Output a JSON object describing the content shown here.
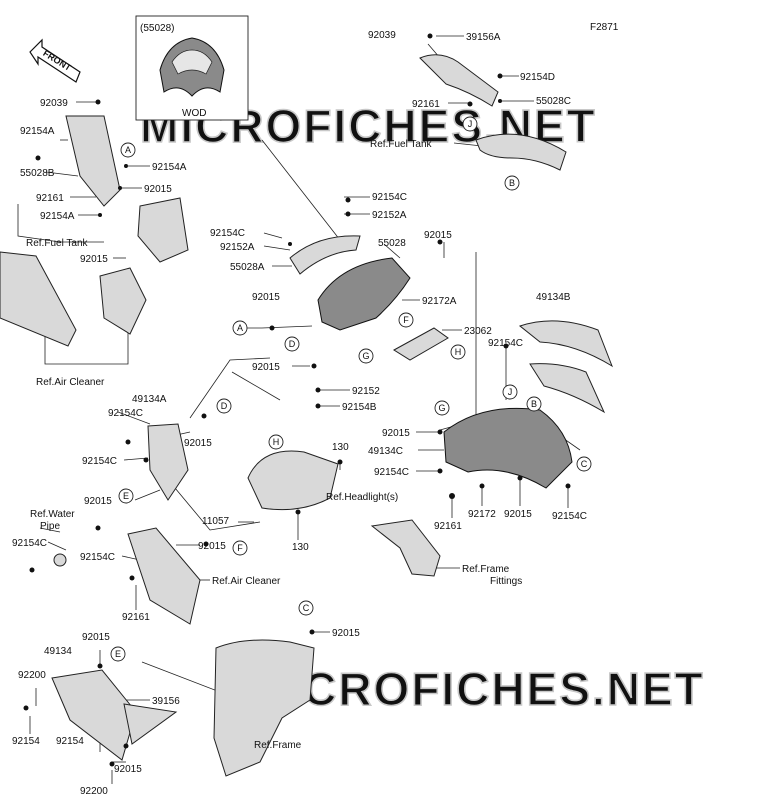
{
  "figure_code": "F2871",
  "front_label": "FRONT",
  "inset": {
    "part_number": "(55028)",
    "note": "WOD"
  },
  "watermark": "MICROFICHES.NET",
  "part_labels": [
    {
      "id": "p01",
      "text": "92039"
    },
    {
      "id": "p02",
      "text": "39156A"
    },
    {
      "id": "p03",
      "text": "92154D"
    },
    {
      "id": "p04",
      "text": "92161"
    },
    {
      "id": "p05",
      "text": "55028C"
    },
    {
      "id": "p06",
      "text": "92039"
    },
    {
      "id": "p07",
      "text": "92154A"
    },
    {
      "id": "p08",
      "text": "92154A"
    },
    {
      "id": "p09",
      "text": "55028B"
    },
    {
      "id": "p10",
      "text": "92015"
    },
    {
      "id": "p11",
      "text": "92161"
    },
    {
      "id": "p12",
      "text": "92154A"
    },
    {
      "id": "p13",
      "text": "92015"
    },
    {
      "id": "p14",
      "text": "92154C"
    },
    {
      "id": "p15",
      "text": "92152A"
    },
    {
      "id": "p16",
      "text": "92154C"
    },
    {
      "id": "p17",
      "text": "92152A"
    },
    {
      "id": "p18",
      "text": "55028"
    },
    {
      "id": "p19",
      "text": "92015"
    },
    {
      "id": "p20",
      "text": "55028A"
    },
    {
      "id": "p21",
      "text": "92015"
    },
    {
      "id": "p22",
      "text": "92172A"
    },
    {
      "id": "p23",
      "text": "23062"
    },
    {
      "id": "p24",
      "text": "49134B"
    },
    {
      "id": "p25",
      "text": "92154C"
    },
    {
      "id": "p26",
      "text": "92015"
    },
    {
      "id": "p27",
      "text": "92152"
    },
    {
      "id": "p28",
      "text": "92154B"
    },
    {
      "id": "p29",
      "text": "49134A"
    },
    {
      "id": "p30",
      "text": "92154C"
    },
    {
      "id": "p31",
      "text": "92015"
    },
    {
      "id": "p32",
      "text": "92154C"
    },
    {
      "id": "p33",
      "text": "130"
    },
    {
      "id": "p34",
      "text": "92015"
    },
    {
      "id": "p35",
      "text": "49134C"
    },
    {
      "id": "p36",
      "text": "92154C"
    },
    {
      "id": "p37",
      "text": "92015"
    },
    {
      "id": "p38",
      "text": "11057"
    },
    {
      "id": "p39",
      "text": "130"
    },
    {
      "id": "p40",
      "text": "92172"
    },
    {
      "id": "p41",
      "text": "92015"
    },
    {
      "id": "p42",
      "text": "92154C"
    },
    {
      "id": "p43",
      "text": "92161"
    },
    {
      "id": "p44",
      "text": "92154C"
    },
    {
      "id": "p45",
      "text": "92154C"
    },
    {
      "id": "p46",
      "text": "92015"
    },
    {
      "id": "p47",
      "text": "92161"
    },
    {
      "id": "p48",
      "text": "92015"
    },
    {
      "id": "p49",
      "text": "92015"
    },
    {
      "id": "p50",
      "text": "49134"
    },
    {
      "id": "p51",
      "text": "92200"
    },
    {
      "id": "p52",
      "text": "39156"
    },
    {
      "id": "p53",
      "text": "92154"
    },
    {
      "id": "p54",
      "text": "92154"
    },
    {
      "id": "p55",
      "text": "92015"
    },
    {
      "id": "p56",
      "text": "92200"
    }
  ],
  "reference_labels": [
    {
      "id": "r1",
      "text": "Ref.Fuel Tank"
    },
    {
      "id": "r2",
      "text": "Ref.Fuel Tank"
    },
    {
      "id": "r3",
      "text": "Ref.Air Cleaner"
    },
    {
      "id": "r4",
      "text": "Ref.Headlight(s)"
    },
    {
      "id": "r5",
      "text": "Ref.Water"
    },
    {
      "id": "r6",
      "text": "Pipe"
    },
    {
      "id": "r7",
      "text": "Ref.Frame"
    },
    {
      "id": "r8",
      "text": "Fittings"
    },
    {
      "id": "r9",
      "text": "Ref.Air Cleaner"
    },
    {
      "id": "r10",
      "text": "Ref.Frame"
    }
  ],
  "callouts": [
    {
      "id": "c01",
      "letter": "J"
    },
    {
      "id": "c02",
      "letter": "B"
    },
    {
      "id": "c03",
      "letter": "A"
    },
    {
      "id": "c04",
      "letter": "A"
    },
    {
      "id": "c05",
      "letter": "F"
    },
    {
      "id": "c06",
      "letter": "D"
    },
    {
      "id": "c07",
      "letter": "G"
    },
    {
      "id": "c08",
      "letter": "H"
    },
    {
      "id": "c09",
      "letter": "D"
    },
    {
      "id": "c10",
      "letter": "J"
    },
    {
      "id": "c11",
      "letter": "G"
    },
    {
      "id": "c12",
      "letter": "B"
    },
    {
      "id": "c13",
      "letter": "C"
    },
    {
      "id": "c14",
      "letter": "H"
    },
    {
      "id": "c15",
      "letter": "E"
    },
    {
      "id": "c16",
      "letter": "F"
    },
    {
      "id": "c17",
      "letter": "C"
    },
    {
      "id": "c18",
      "letter": "E"
    }
  ]
}
